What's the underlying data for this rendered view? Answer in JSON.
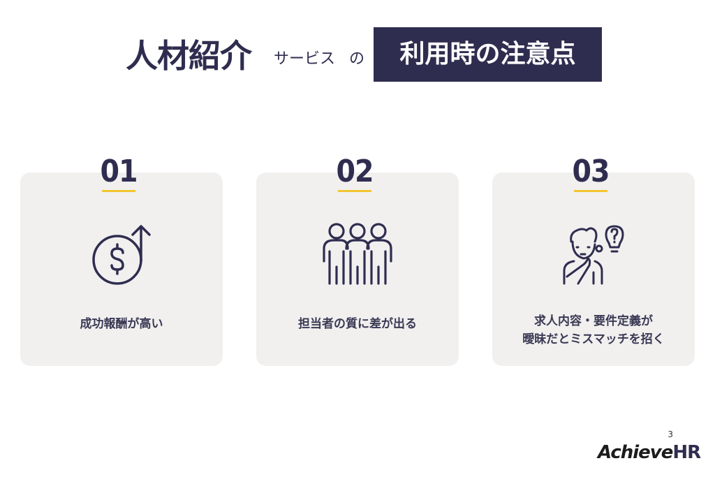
{
  "title": {
    "main": "人材紹介",
    "sub": "サービス",
    "particle": "の",
    "highlight": "利用時の注意点"
  },
  "cards": [
    {
      "number": "01",
      "icon": "dollar-coin-up-arrow-icon",
      "label_lines": [
        "成功報酬が高い"
      ]
    },
    {
      "number": "02",
      "icon": "people-group-icon",
      "label_lines": [
        "担当者の質に差が出る"
      ]
    },
    {
      "number": "03",
      "icon": "thinking-person-question-icon",
      "label_lines": [
        "求人内容・要件定義が",
        "曖昧だとミスマッチを招く"
      ]
    }
  ],
  "footer": {
    "page_number": "3",
    "logo_main": "Achieve",
    "logo_hr": "HR"
  },
  "colors": {
    "navy": "#2f2d4f",
    "card_bg": "#f1f0ef",
    "accent_yellow": "#f3c530"
  }
}
